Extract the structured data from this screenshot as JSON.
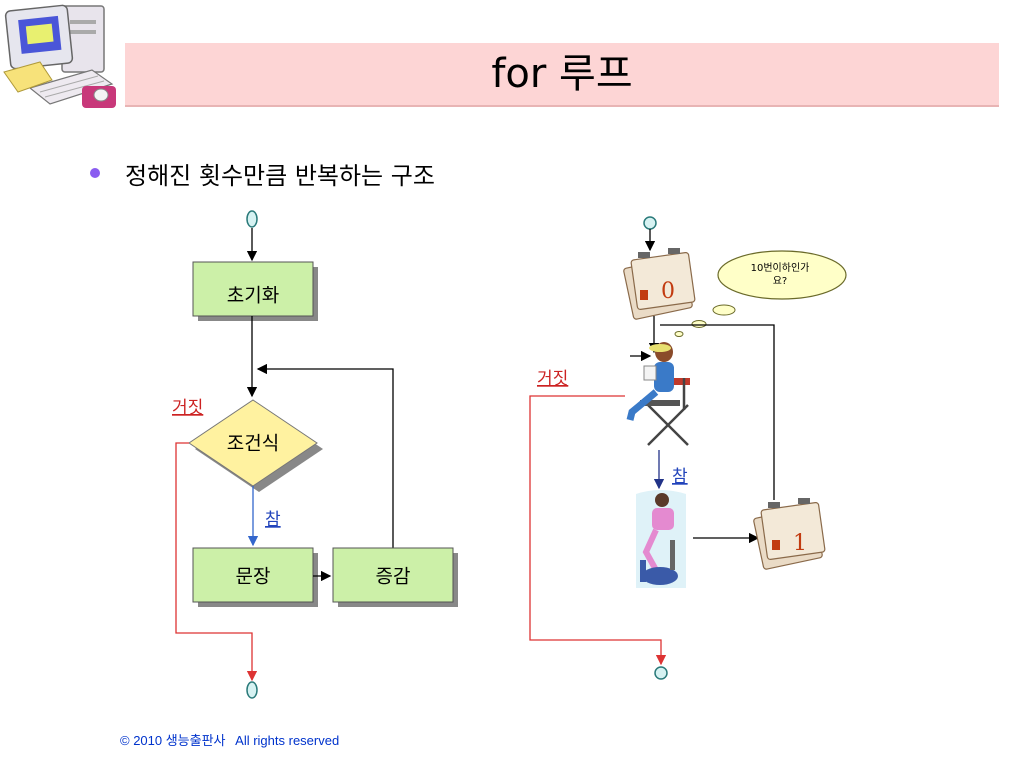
{
  "title": "for 루프",
  "bullet": "정해진 횟수만큼 반복하는 구조",
  "footer": {
    "copyright": "© 2010 생능출판사",
    "rights": "All rights reserved"
  },
  "left_flow": {
    "init": "초기화",
    "condition": "조건식",
    "statement": "문장",
    "increment": "증감",
    "false_label": "거짓",
    "true_label": "참"
  },
  "right_flow": {
    "thought_line1": "10번이하인가",
    "thought_line2": "요?",
    "false_label": "거짓",
    "true_label": "참",
    "calendar_start": "0",
    "calendar_next": "1"
  },
  "colors": {
    "title_bg": "#fdd5d5",
    "box_fill": "#ccf0a8",
    "box_border": "#6a6a6a",
    "diamond_fill": "#fff2a0",
    "false_line": "#dd3333",
    "true_line": "#3366cc",
    "terminal_fill": "#d6f2f2",
    "bullet": "#8a5cf0"
  }
}
